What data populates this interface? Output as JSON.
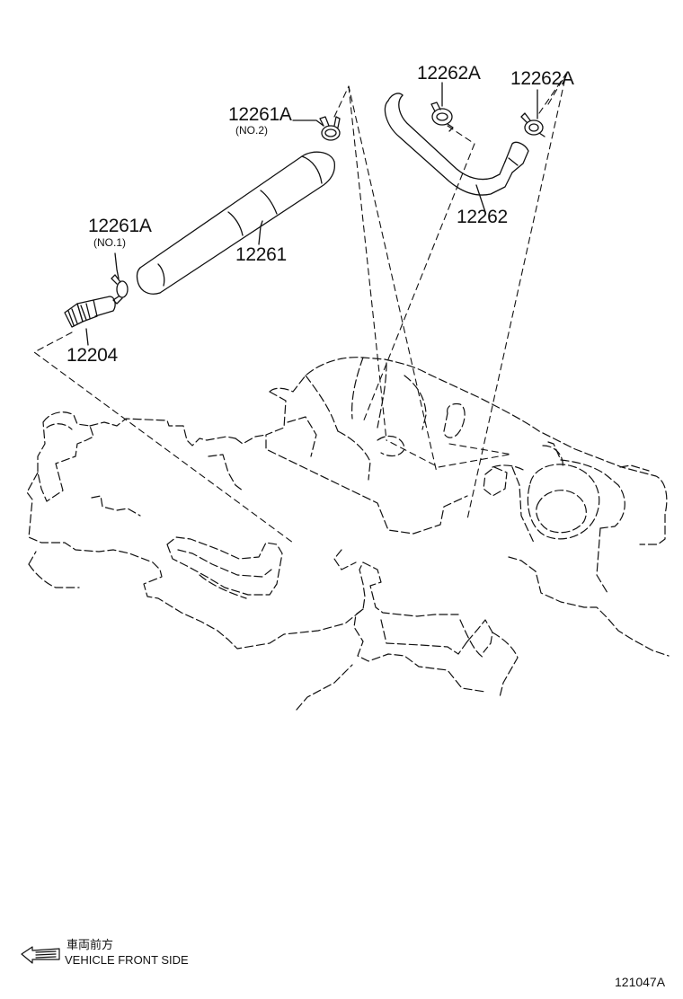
{
  "parts": {
    "p12261A_no2": {
      "number": "12261A",
      "sub": "(NO.2)"
    },
    "p12261A_no1": {
      "number": "12261A",
      "sub": "(NO.1)"
    },
    "p12261": {
      "number": "12261"
    },
    "p12204": {
      "number": "12204"
    },
    "p12262A_left": {
      "number": "12262A"
    },
    "p12262A_right": {
      "number": "12262A"
    },
    "p12262": {
      "number": "12262"
    }
  },
  "footer": {
    "front_side_jp": "車両前方",
    "front_side_en": "VEHICLE FRONT SIDE",
    "figure_id": "121047A"
  }
}
